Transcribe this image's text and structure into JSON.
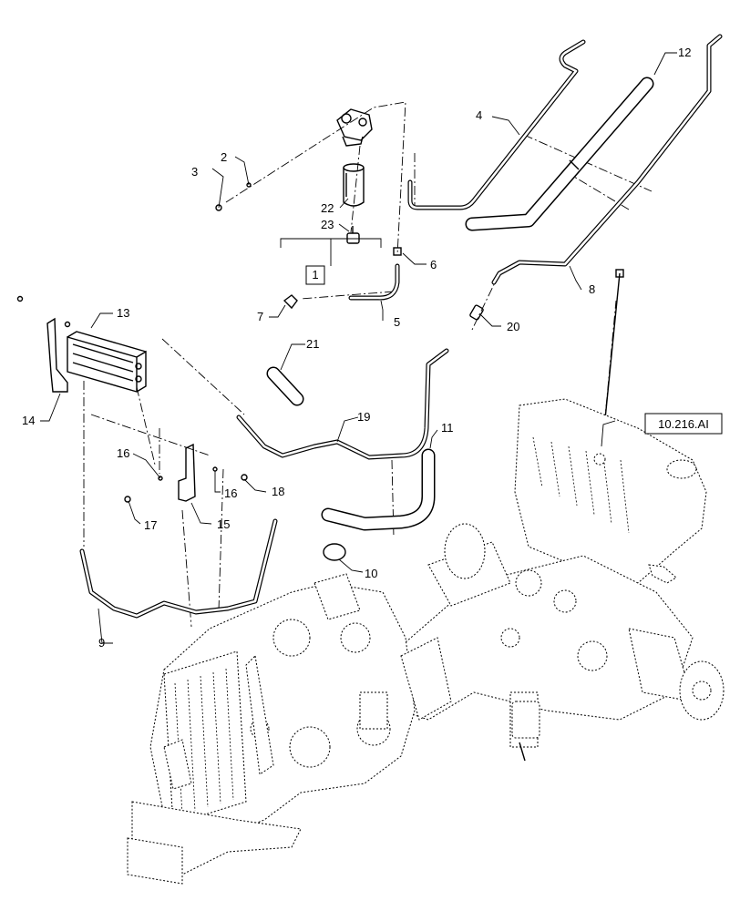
{
  "callouts": [
    {
      "id": "c1",
      "label": "1"
    },
    {
      "id": "c2",
      "label": "2"
    },
    {
      "id": "c3",
      "label": "3"
    },
    {
      "id": "c4",
      "label": "4"
    },
    {
      "id": "c5",
      "label": "5"
    },
    {
      "id": "c6",
      "label": "6"
    },
    {
      "id": "c7",
      "label": "7"
    },
    {
      "id": "c8",
      "label": "8"
    },
    {
      "id": "c9",
      "label": "9"
    },
    {
      "id": "c10",
      "label": "10"
    },
    {
      "id": "c11",
      "label": "11"
    },
    {
      "id": "c12",
      "label": "12"
    },
    {
      "id": "c13",
      "label": "13"
    },
    {
      "id": "c14",
      "label": "14"
    },
    {
      "id": "c15",
      "label": "15"
    },
    {
      "id": "c16a",
      "label": "16"
    },
    {
      "id": "c16b",
      "label": "16"
    },
    {
      "id": "c17",
      "label": "17"
    },
    {
      "id": "c18",
      "label": "18"
    },
    {
      "id": "c19",
      "label": "19"
    },
    {
      "id": "c20",
      "label": "20"
    },
    {
      "id": "c21",
      "label": "21"
    },
    {
      "id": "c22",
      "label": "22"
    },
    {
      "id": "c23",
      "label": "23"
    }
  ],
  "reference": {
    "label": "10.216.AI"
  }
}
